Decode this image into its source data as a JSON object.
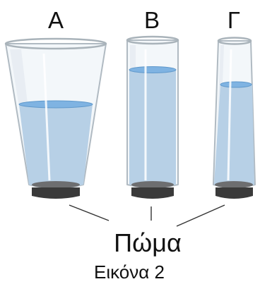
{
  "labels": {
    "glass_a": "Α",
    "glass_b": "Β",
    "glass_c": "Γ",
    "cap": "Πώμα"
  },
  "caption": "Εικόνα 2",
  "colors": {
    "water": "#b7d0e6",
    "water_surface": "#7fb3e2",
    "glass_outline": "#a9b3ba",
    "cap": "#3a3a3a"
  }
}
